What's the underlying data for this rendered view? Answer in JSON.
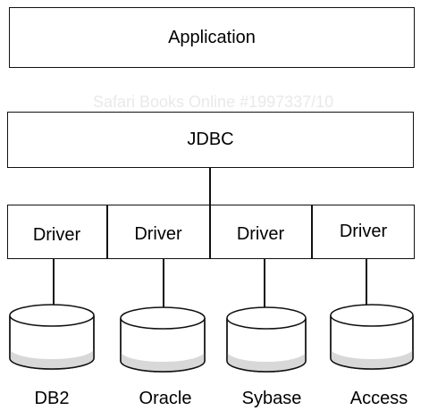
{
  "layers": {
    "application": "Application",
    "jdbc": "JDBC"
  },
  "drivers": [
    "Driver",
    "Driver",
    "Driver",
    "Driver"
  ],
  "databases": [
    "DB2",
    "Oracle",
    "Sybase",
    "Access"
  ],
  "watermark": "Safari Books Online #1997337/10",
  "colors": {
    "stroke": "#111111",
    "cylinder_shade": "#d8d8d8",
    "background": "#ffffff"
  }
}
